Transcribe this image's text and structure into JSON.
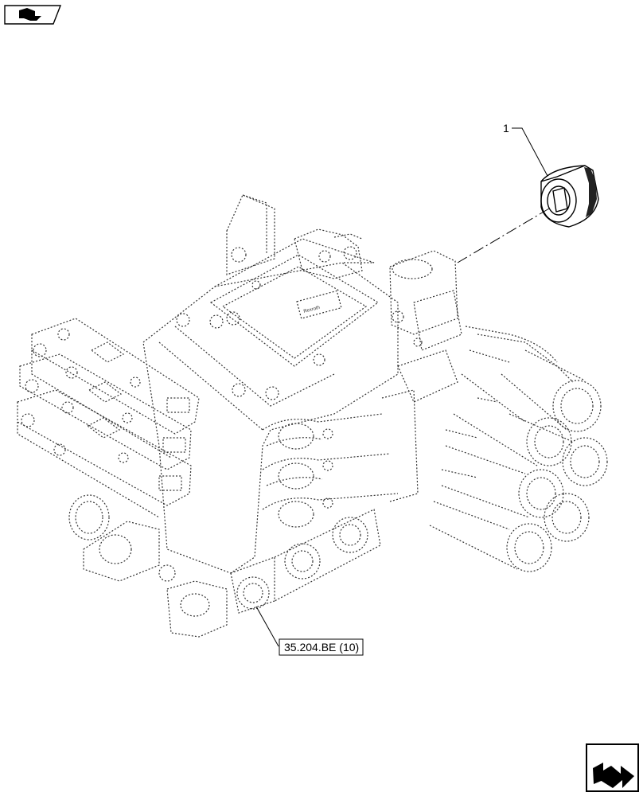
{
  "callouts": {
    "item_number": "1",
    "reference": "35.204.BE (10)"
  },
  "plate_text": "Rexroth",
  "icons": {
    "top_left": "sheet-navigation-icon",
    "bottom_right": "next-page-arrow-icon"
  }
}
